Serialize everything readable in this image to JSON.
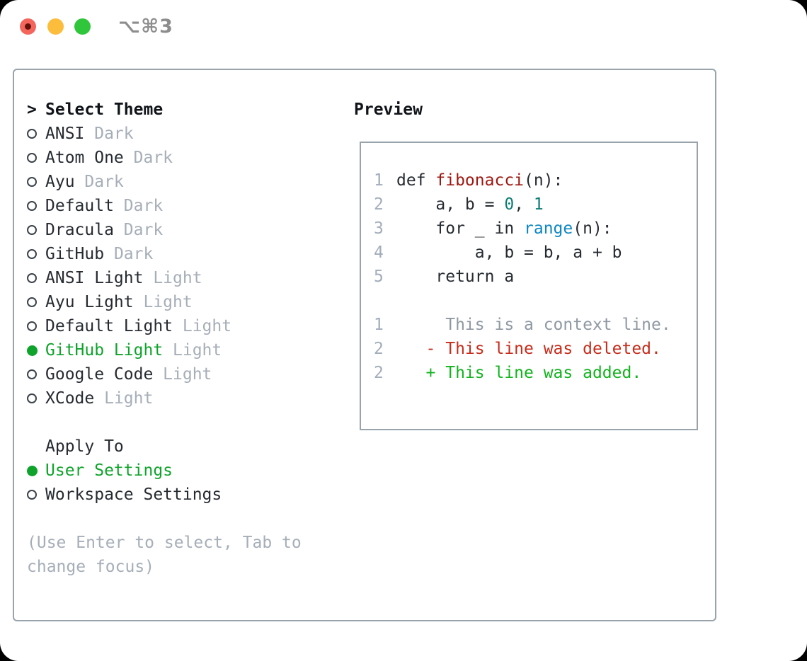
{
  "titlebar": {
    "shortcut": "⌥⌘3"
  },
  "theme_panel": {
    "header": {
      "prompt": ">",
      "label": "Select Theme"
    },
    "themes": [
      {
        "name": "ANSI",
        "variant": "Dark",
        "selected": false
      },
      {
        "name": "Atom One",
        "variant": "Dark",
        "selected": false
      },
      {
        "name": "Ayu",
        "variant": "Dark",
        "selected": false
      },
      {
        "name": "Default",
        "variant": "Dark",
        "selected": false
      },
      {
        "name": "Dracula",
        "variant": "Dark",
        "selected": false
      },
      {
        "name": "GitHub",
        "variant": "Dark",
        "selected": false
      },
      {
        "name": "ANSI Light",
        "variant": "Light",
        "selected": false
      },
      {
        "name": "Ayu Light",
        "variant": "Light",
        "selected": false
      },
      {
        "name": "Default Light",
        "variant": "Light",
        "selected": false
      },
      {
        "name": "GitHub Light",
        "variant": "Light",
        "selected": true
      },
      {
        "name": "Google Code",
        "variant": "Light",
        "selected": false
      },
      {
        "name": "XCode",
        "variant": "Light",
        "selected": false
      }
    ],
    "apply_to": {
      "label": "Apply To",
      "options": [
        {
          "name": "User Settings",
          "selected": true
        },
        {
          "name": "Workspace Settings",
          "selected": false
        }
      ]
    },
    "hint": "(Use Enter to select, Tab to change focus)"
  },
  "preview": {
    "title": "Preview",
    "lines": [
      {
        "num": "1",
        "tokens": [
          {
            "t": "def ",
            "c": "plain"
          },
          {
            "t": "fibonacci",
            "c": "func"
          },
          {
            "t": "(n):",
            "c": "plain"
          }
        ]
      },
      {
        "num": "2",
        "tokens": [
          {
            "t": "    a, b = ",
            "c": "plain"
          },
          {
            "t": "0",
            "c": "num"
          },
          {
            "t": ", ",
            "c": "plain"
          },
          {
            "t": "1",
            "c": "num"
          }
        ]
      },
      {
        "num": "3",
        "tokens": [
          {
            "t": "    for _ in ",
            "c": "plain"
          },
          {
            "t": "range",
            "c": "builtin"
          },
          {
            "t": "(n):",
            "c": "plain"
          }
        ]
      },
      {
        "num": "4",
        "tokens": [
          {
            "t": "        a, b = b, a + b",
            "c": "plain"
          }
        ]
      },
      {
        "num": "5",
        "tokens": [
          {
            "t": "    return a",
            "c": "plain"
          }
        ]
      },
      {
        "num": "",
        "tokens": [
          {
            "t": "",
            "c": "plain"
          }
        ]
      },
      {
        "num": "1",
        "tokens": [
          {
            "t": "     This is a context line.",
            "c": "context"
          }
        ]
      },
      {
        "num": "2",
        "tokens": [
          {
            "t": "   - This line was deleted.",
            "c": "deleted"
          }
        ]
      },
      {
        "num": "2",
        "tokens": [
          {
            "t": "   + This line was added.",
            "c": "added"
          }
        ]
      }
    ]
  },
  "colors": {
    "accent_green": "#0fa32b",
    "added_green": "#13b31f",
    "deleted_red": "#c62d1c",
    "function_red": "#9e1710",
    "number_teal": "#0d7d72",
    "builtin_blue": "#0e87c3",
    "border_gray": "#99a3ac",
    "text_dark": "#262b31",
    "muted_gray": "#a6aeb8",
    "gutter_gray": "#a2adbc",
    "traffic_red": "#f4655c",
    "traffic_yellow": "#fcbd3d",
    "traffic_green": "#2fc63b"
  }
}
